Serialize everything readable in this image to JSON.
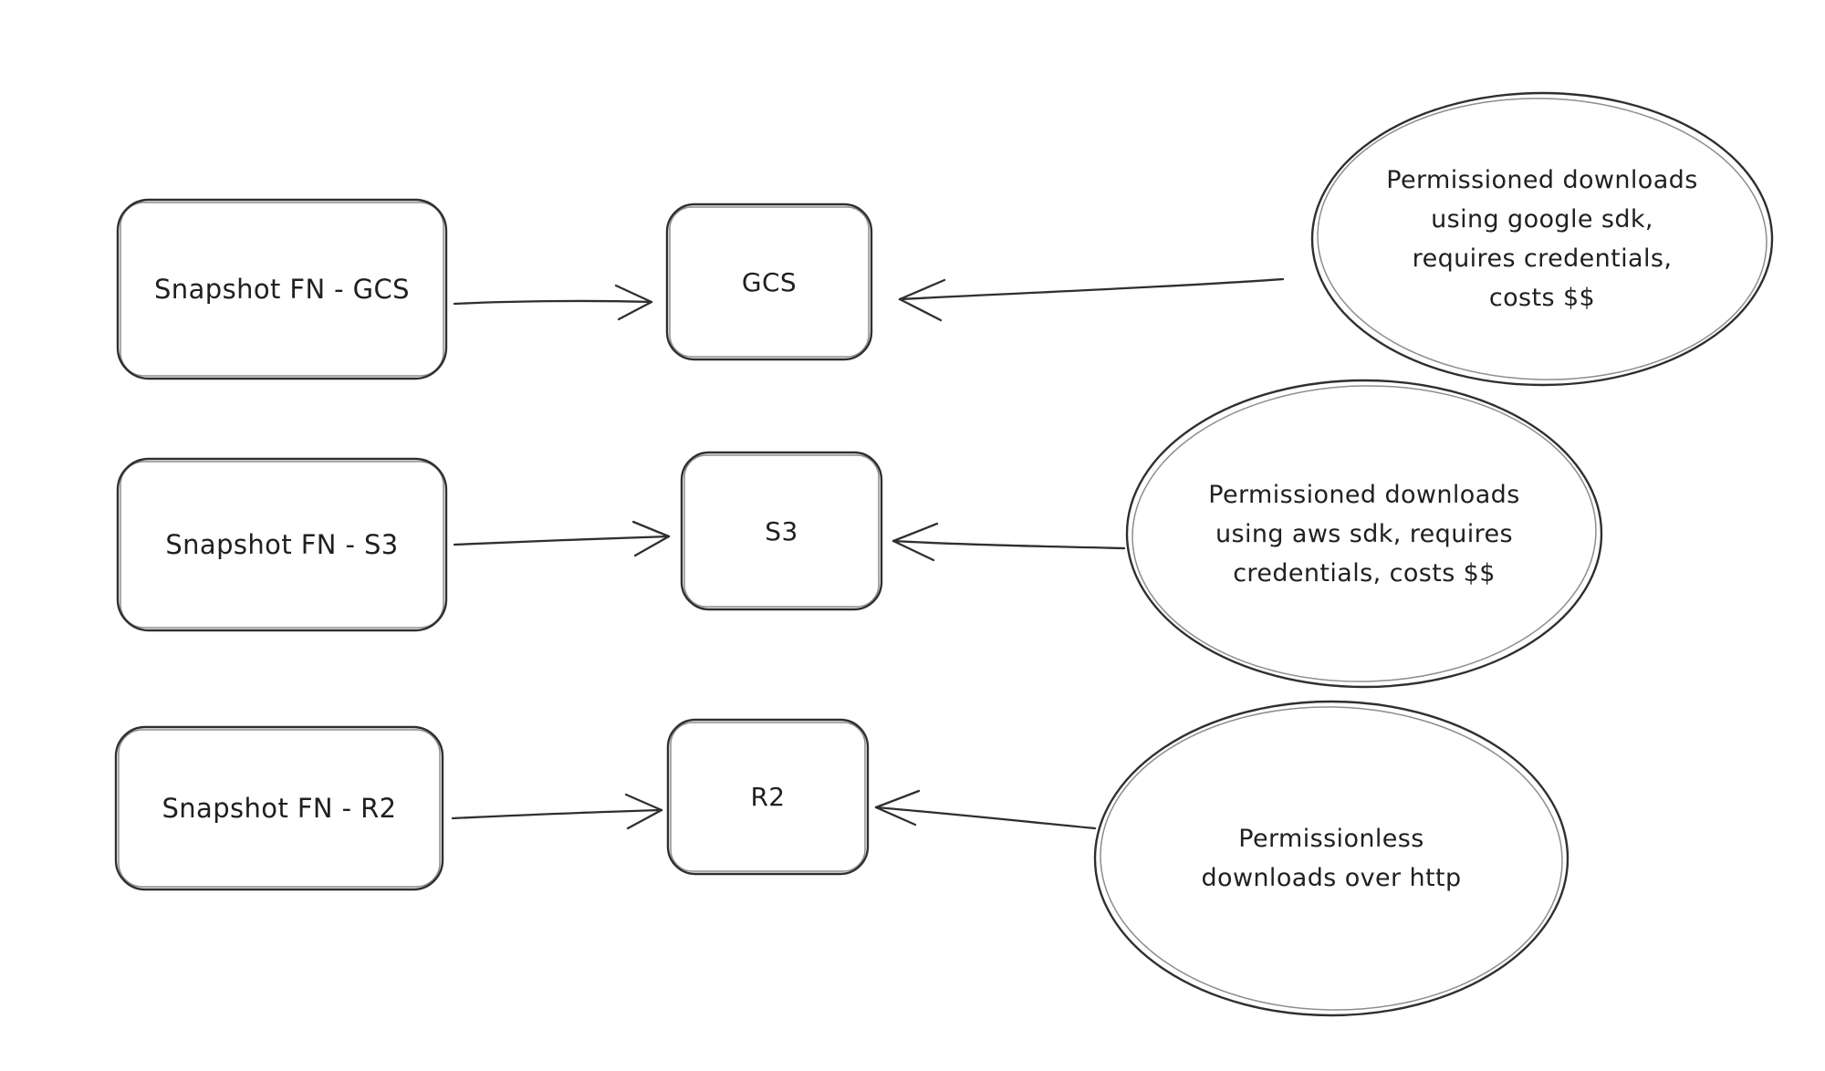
{
  "colors": {
    "background": "#ffffff",
    "stroke": "#2f2f2f",
    "text": "#202020"
  },
  "diagram": {
    "rows": [
      {
        "source": "Snapshot FN - GCS",
        "target": "GCS",
        "note_lines": [
          "Permissioned downloads",
          "using google sdk,",
          "requires credentials,",
          "costs $$"
        ]
      },
      {
        "source": "Snapshot FN - S3",
        "target": "S3",
        "note_lines": [
          "Permissioned downloads",
          "using aws sdk, requires",
          "credentials, costs $$"
        ]
      },
      {
        "source": "Snapshot FN - R2",
        "target": "R2",
        "note_lines": [
          "Permissionless",
          "downloads over http"
        ]
      }
    ]
  }
}
